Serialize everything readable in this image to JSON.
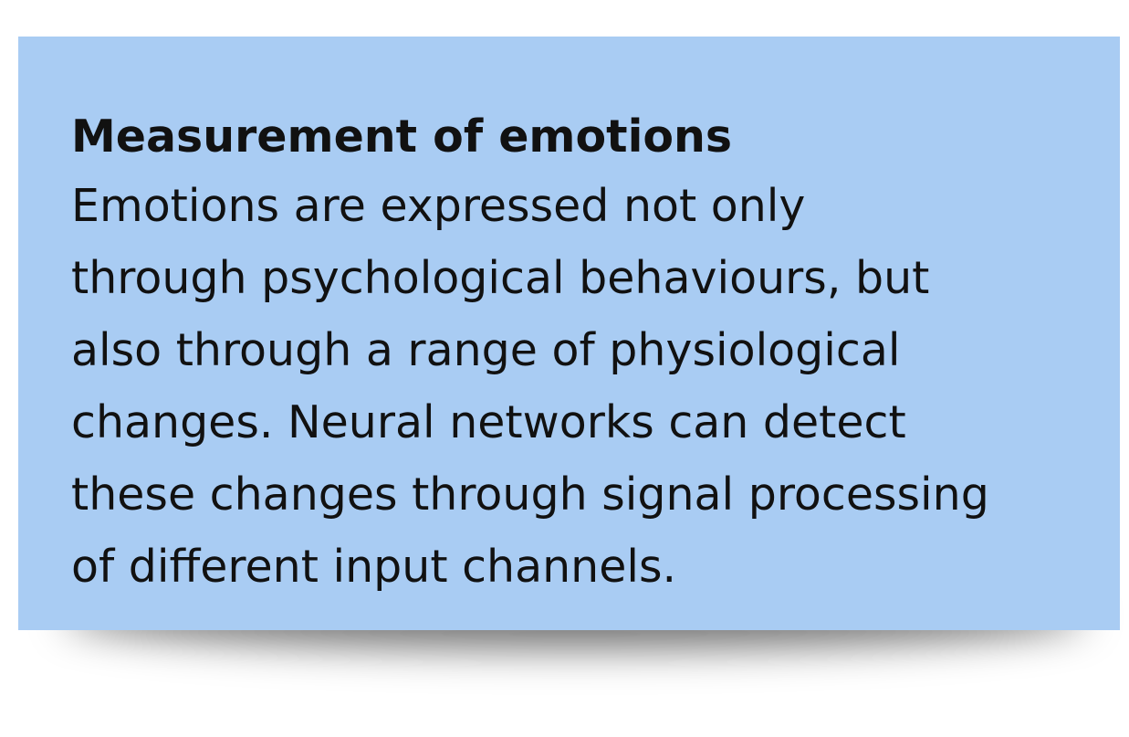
{
  "note": {
    "title": "Measurement of emotions",
    "body_lines": [
      "Emotions are expressed not only",
      "through psychological behaviours, but",
      "also through a range of physiological",
      "changes. Neural networks can detect",
      "these changes through signal processing",
      "of different input channels."
    ],
    "background_color": "#a9ccf3",
    "text_color": "#111111"
  }
}
